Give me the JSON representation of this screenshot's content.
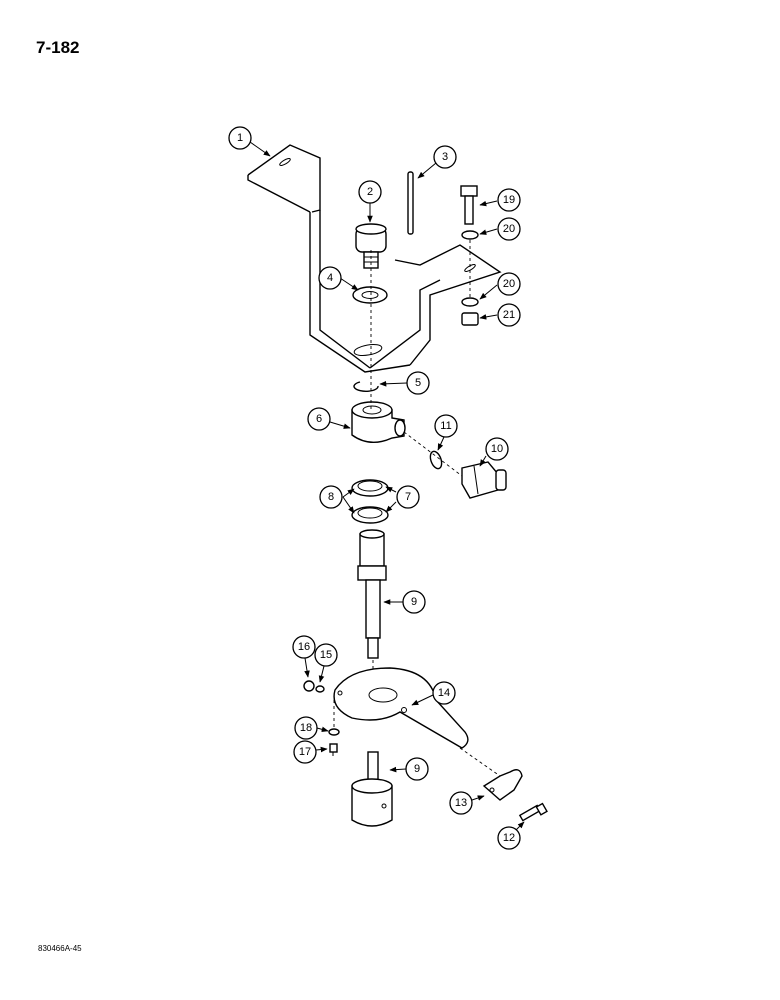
{
  "page_number": "7-182",
  "figure_code": "830466A-45",
  "callouts": {
    "c1": "1",
    "c2": "2",
    "c3": "3",
    "c4": "4",
    "c5": "5",
    "c6": "6",
    "c7": "7",
    "c8": "8",
    "c9a": "9",
    "c9b": "9",
    "c10": "10",
    "c11": "11",
    "c12": "12",
    "c13": "13",
    "c14": "14",
    "c15": "15",
    "c16": "16",
    "c17": "17",
    "c18": "18",
    "c19": "19",
    "c20a": "20",
    "c20b": "20",
    "c21": "21"
  }
}
